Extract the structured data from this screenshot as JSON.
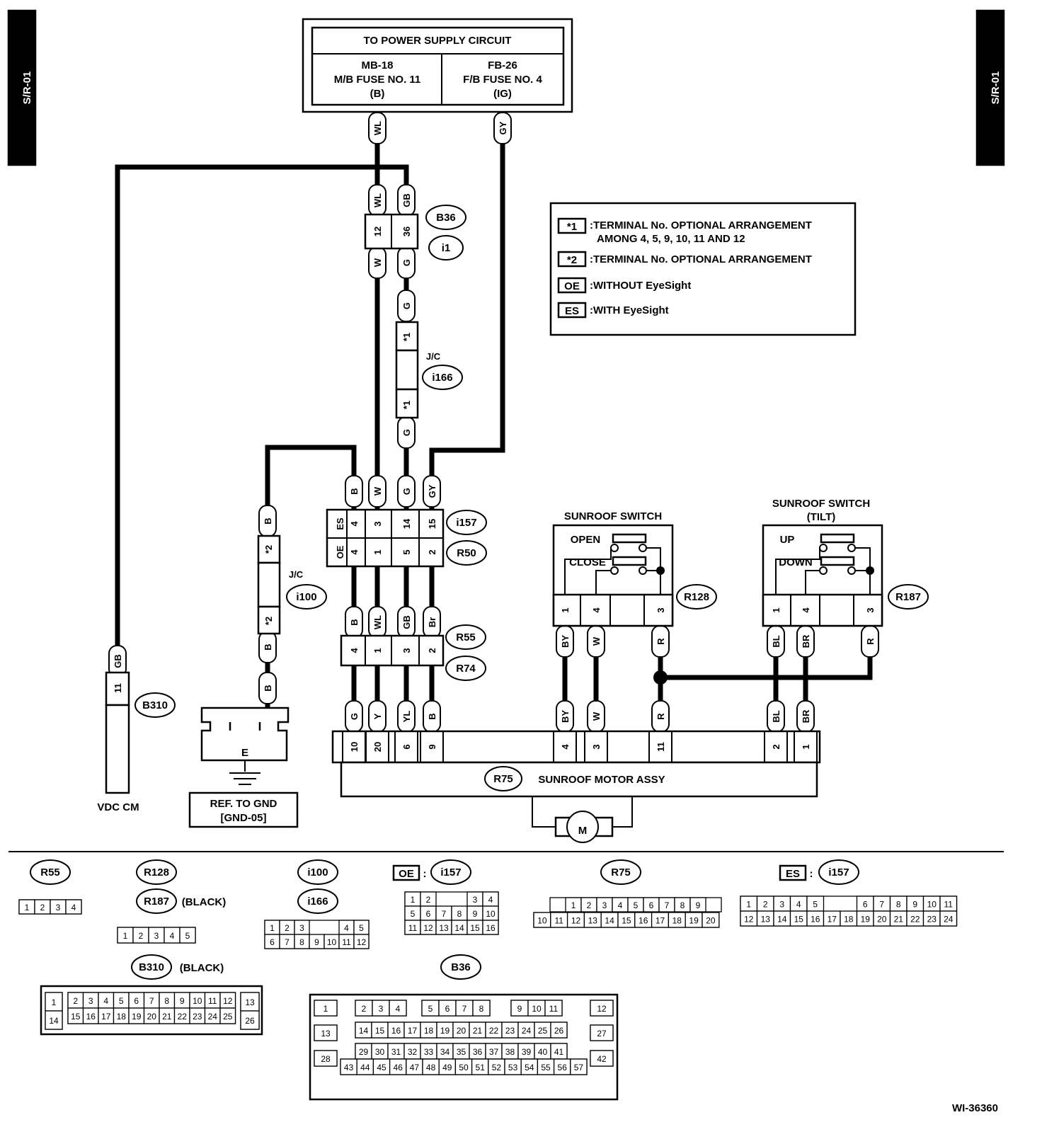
{
  "side_tab": "S/R-01",
  "power": {
    "title": "TO POWER SUPPLY CIRCUIT",
    "left": [
      "MB-18",
      "M/B FUSE NO. 11",
      "(B)"
    ],
    "right": [
      "FB-26",
      "F/B FUSE NO. 4",
      "(IG)"
    ]
  },
  "legend": {
    "k1": "*1",
    "k1_text": ":TERMINAL No. OPTIONAL ARRANGEMENT",
    "k1_text2": "AMONG 4, 5, 9, 10, 11 AND 12",
    "k2": "*2",
    "k2_text": ":TERMINAL No. OPTIONAL ARRANGEMENT",
    "oe": "OE",
    "oe_text": ":WITHOUT EyeSight",
    "es": "ES",
    "es_text": ":WITH EyeSight"
  },
  "connectors": {
    "B36": "B36",
    "i1": "i1",
    "i166": "i166",
    "i157": "i157",
    "R50": "R50",
    "i100": "i100",
    "R55": "R55",
    "R74": "R74",
    "B310": "B310",
    "R128": "R128",
    "R187": "R187",
    "R75": "R75",
    "jc": "J/C"
  },
  "labels": {
    "vdc": "VDC CM",
    "ground": "E",
    "ref_gnd": "REF. TO GND",
    "ref_gnd2": "[GND-05]",
    "motor": "SUNROOF MOTOR ASSY",
    "motor_symbol": "M",
    "sw1": "SUNROOF SWITCH",
    "sw1_open": "OPEN",
    "sw1_close": "CLOSE",
    "sw2": "SUNROOF SWITCH",
    "sw2b": "(TILT)",
    "sw2_up": "UP",
    "sw2_down": "DOWN",
    "black": "(BLACK)",
    "es": "ES",
    "oe": "OE",
    "colon": ":",
    "code": "WI-36360"
  },
  "wires": {
    "WL": "WL",
    "GY": "GY",
    "GB": "GB",
    "W": "W",
    "G": "G",
    "B": "B",
    "Br": "Br",
    "Y": "Y",
    "YL": "YL",
    "BY": "BY",
    "R": "R",
    "BL": "BL",
    "BR": "BR",
    "s1": "*1",
    "s2": "*2"
  },
  "pins": {
    "p12": "12",
    "p36": "36",
    "p4": "4",
    "p3": "3",
    "p14": "14",
    "p15": "15",
    "p1": "1",
    "p5": "5",
    "p2": "2",
    "p11": "11",
    "p10": "10",
    "p20": "20",
    "p6": "6",
    "p9": "9"
  }
}
